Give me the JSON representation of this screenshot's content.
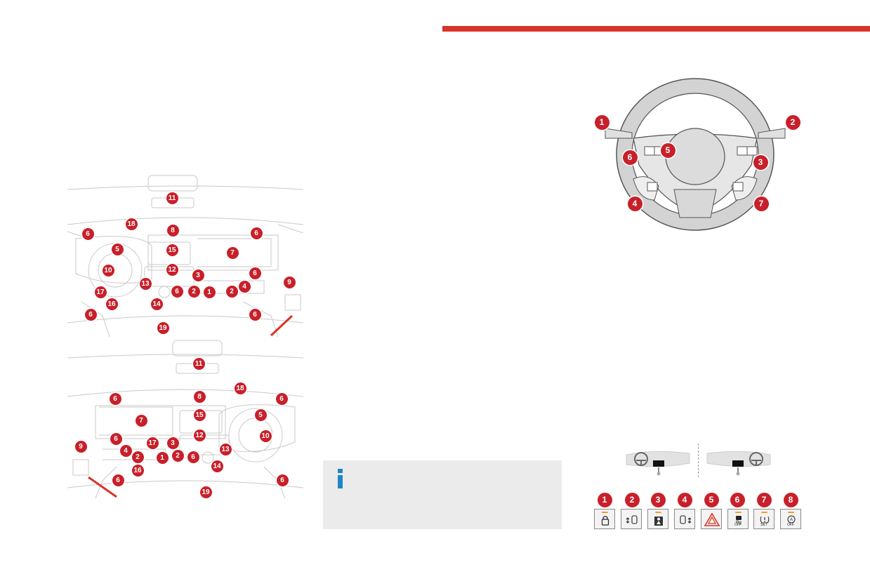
{
  "colors": {
    "accent_red": "#d8342a",
    "marker_red": "#c8202a",
    "info_blue": "#1e86c8",
    "info_bg": "#ebebeb"
  },
  "dashboard_lhd": {
    "markers": [
      "11",
      "18",
      "8",
      "6",
      "6",
      "5",
      "15",
      "7",
      "10",
      "12",
      "3",
      "6",
      "13",
      "6",
      "2",
      "1",
      "2",
      "4",
      "9",
      "17",
      "14",
      "16",
      "6",
      "6",
      "19"
    ]
  },
  "dashboard_rhd": {
    "markers": [
      "11",
      "8",
      "18",
      "6",
      "6",
      "15",
      "5",
      "7",
      "6",
      "17",
      "3",
      "12",
      "9",
      "4",
      "2",
      "1",
      "2",
      "6",
      "14",
      "13",
      "10",
      "16",
      "6",
      "6",
      "19"
    ]
  },
  "steering_wheel": {
    "markers": [
      "1",
      "2",
      "6",
      "5",
      "3",
      "4",
      "7"
    ]
  },
  "info_box": {
    "icon": "info-icon"
  },
  "drive_side_icons": {
    "left": "left-hand-drive-icon",
    "right": "right-hand-drive-icon"
  },
  "control_buttons": [
    {
      "number": "1",
      "icon": "central-lock-icon",
      "label": ""
    },
    {
      "number": "2",
      "icon": "sliding-door-left-icon",
      "label": ""
    },
    {
      "number": "3",
      "icon": "child-lock-icon",
      "label": ""
    },
    {
      "number": "4",
      "icon": "sliding-door-right-icon",
      "label": ""
    },
    {
      "number": "5",
      "icon": "hazard-warning-icon",
      "label": ""
    },
    {
      "number": "6",
      "icon": "stability-control-icon",
      "label": "OFF"
    },
    {
      "number": "7",
      "icon": "tyre-pressure-icon",
      "label": "SET"
    },
    {
      "number": "8",
      "icon": "stop-start-icon",
      "label": "OFF"
    }
  ]
}
